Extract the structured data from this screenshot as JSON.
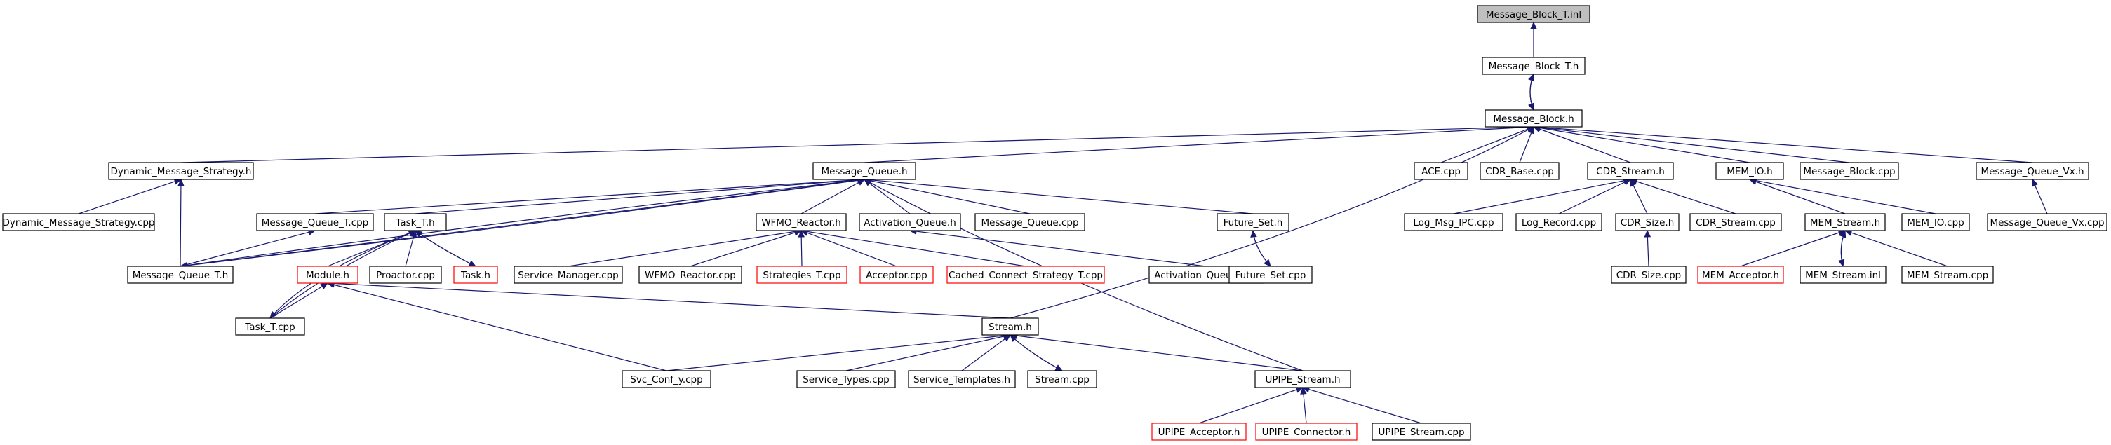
{
  "colors": {
    "edge": "#191970",
    "box": "#000000",
    "incomplete_box": "#ff0000",
    "root_fill": "#bfbfbf"
  },
  "nodes": {
    "message_block_t_inl": "Message_Block_T.inl",
    "message_block_t_h": "Message_Block_T.h",
    "message_block_h": "Message_Block.h",
    "dynamic_message_strategy_h": "Dynamic_Message_Strategy.h",
    "dynamic_message_strategy_cpp": "Dynamic_Message_Strategy.cpp",
    "message_queue_h": "Message_Queue.h",
    "ace_cpp": "ACE.cpp",
    "cdr_base_cpp": "CDR_Base.cpp",
    "cdr_stream_h": "CDR_Stream.h",
    "mem_io_h": "MEM_IO.h",
    "message_block_cpp": "Message_Block.cpp",
    "message_queue_vx_h": "Message_Queue_Vx.h",
    "message_queue_t_cpp": "Message_Queue_T.cpp",
    "task_t_h": "Task_T.h",
    "wfmo_reactor_h": "WFMO_Reactor.h",
    "activation_queue_h": "Activation_Queue.h",
    "message_queue_cpp": "Message_Queue.cpp",
    "future_set_h": "Future_Set.h",
    "log_msg_ipc_cpp": "Log_Msg_IPC.cpp",
    "log_record_cpp": "Log_Record.cpp",
    "cdr_size_h": "CDR_Size.h",
    "cdr_stream_cpp": "CDR_Stream.cpp",
    "mem_stream_h": "MEM_Stream.h",
    "mem_io_cpp": "MEM_IO.cpp",
    "message_queue_vx_cpp": "Message_Queue_Vx.cpp",
    "message_queue_t_h": "Message_Queue_T.h",
    "module_h": "Module.h",
    "proactor_cpp": "Proactor.cpp",
    "task_h": "Task.h",
    "service_manager_cpp": "Service_Manager.cpp",
    "wfmo_reactor_cpp": "WFMO_Reactor.cpp",
    "strategies_t_cpp": "Strategies_T.cpp",
    "acceptor_cpp": "Acceptor.cpp",
    "cached_connect_strategy_t_cpp": "Cached_Connect_Strategy_T.cpp",
    "activation_queue_cpp": "Activation_Queue.cpp",
    "future_set_cpp": "Future_Set.cpp",
    "cdr_size_cpp": "CDR_Size.cpp",
    "mem_acceptor_h": "MEM_Acceptor.h",
    "mem_stream_inl": "MEM_Stream.inl",
    "mem_stream_cpp": "MEM_Stream.cpp",
    "task_t_cpp": "Task_T.cpp",
    "stream_h": "Stream.h",
    "svc_conf_y_cpp": "Svc_Conf_y.cpp",
    "service_types_cpp": "Service_Types.cpp",
    "service_templates_h": "Service_Templates.h",
    "stream_cpp": "Stream.cpp",
    "upipe_stream_h": "UPIPE_Stream.h",
    "upipe_acceptor_h": "UPIPE_Acceptor.h",
    "upipe_connector_h": "UPIPE_Connector.h",
    "upipe_stream_cpp": "UPIPE_Stream.cpp"
  }
}
